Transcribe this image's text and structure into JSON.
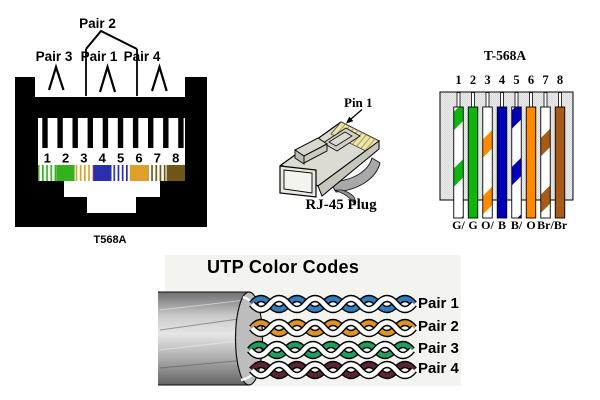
{
  "jack": {
    "pair2_label": "Pair 2",
    "pair3_label": "Pair 3",
    "pair1_label": "Pair 1",
    "pair4_label": "Pair 4",
    "pin_numbers": [
      "1",
      "2",
      "3",
      "4",
      "5",
      "6",
      "7",
      "8"
    ],
    "caption": "T568A",
    "colors": {
      "green": "#35b01f",
      "blue": "#2b2fae",
      "orange": "#dfa02a",
      "brown": "#6f5517"
    }
  },
  "plug": {
    "pin1_label": "Pin 1",
    "caption": "RJ-45 Plug"
  },
  "chart": {
    "title": "T-568A",
    "pin_numbers": [
      "1",
      "2",
      "3",
      "4",
      "5",
      "6",
      "7",
      "8"
    ],
    "wire_labels": [
      "G/",
      "G",
      "O/",
      "B",
      "B/",
      "O",
      "Br/",
      "Br"
    ],
    "wire_sequence": [
      "green-stripe",
      "green-solid",
      "orange-stripe",
      "blue-solid",
      "blue-stripe",
      "orange-solid",
      "brown-stripe",
      "brown-solid"
    ],
    "colors": {
      "green": "#0db50d",
      "blue": "#0000bb",
      "orange": "#ff8a00",
      "brown": "#a85b17"
    }
  },
  "utp": {
    "title": "UTP Color Codes",
    "pair_labels": [
      "Pair 1",
      "Pair 2",
      "Pair 3",
      "Pair 4"
    ],
    "pair_colors": {
      "pair1": "#2e7fc2",
      "pair2": "#dd9426",
      "pair3": "#1f9e62",
      "pair4": "#5c2433"
    }
  }
}
